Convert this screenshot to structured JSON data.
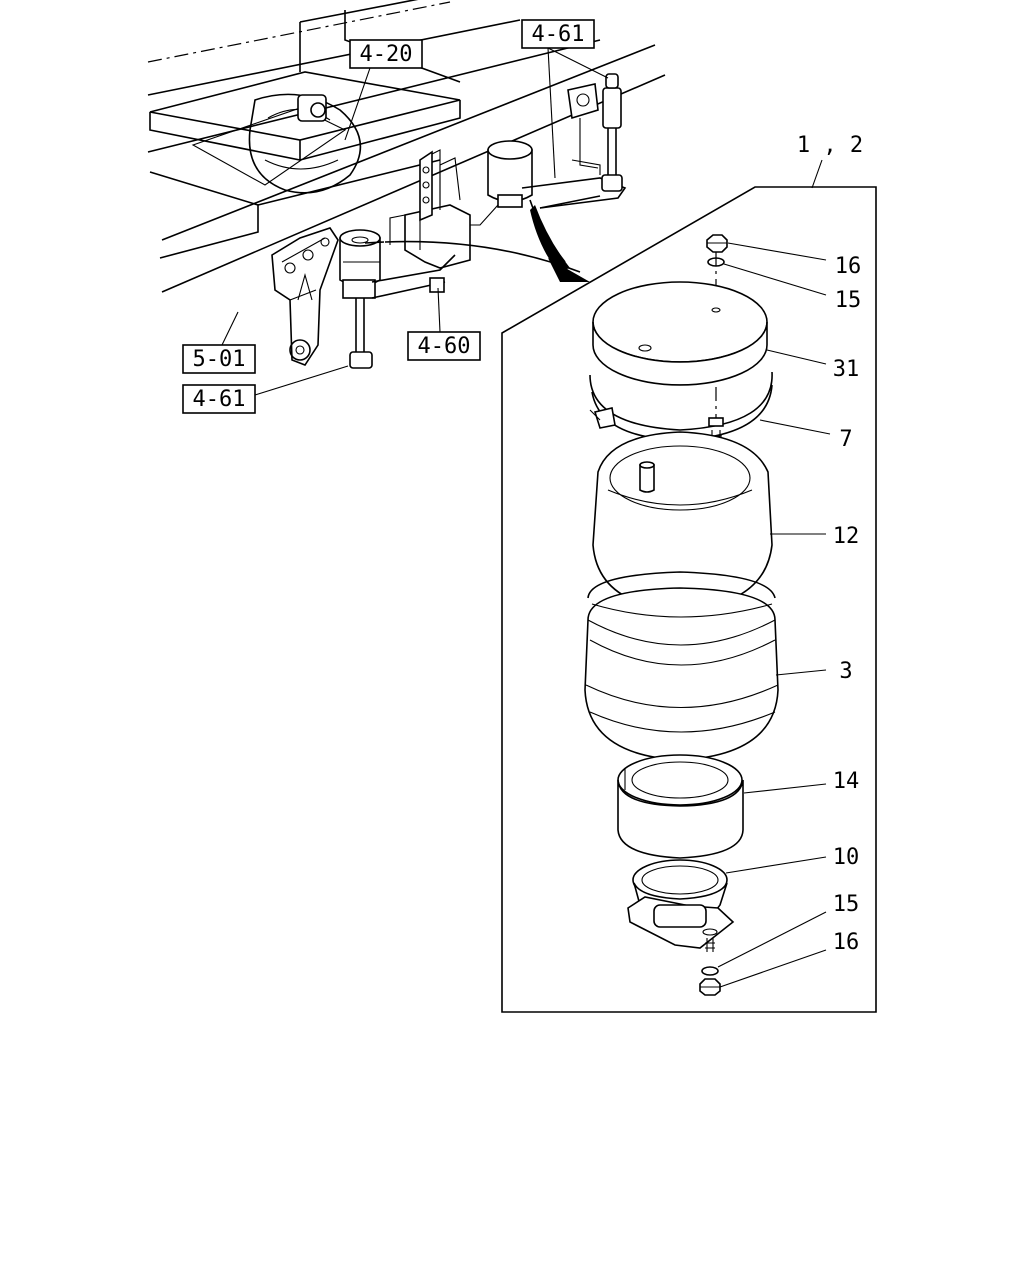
{
  "assembly_ref": {
    "label": "1 , 2"
  },
  "reference_boxes": [
    {
      "id": "ref-4-20",
      "label": "4-20"
    },
    {
      "id": "ref-4-61-top",
      "label": "4-61"
    },
    {
      "id": "ref-5-01",
      "label": "5-01"
    },
    {
      "id": "ref-4-60",
      "label": "4-60"
    },
    {
      "id": "ref-4-61-bottom",
      "label": "4-61"
    }
  ],
  "callouts": [
    {
      "id": "nut-top",
      "label": "16"
    },
    {
      "id": "washer-top",
      "label": "15"
    },
    {
      "id": "top-plate",
      "label": "31"
    },
    {
      "id": "clamp-ring",
      "label": "7"
    },
    {
      "id": "bellows-upper",
      "label": "12"
    },
    {
      "id": "bellows-lower",
      "label": "3"
    },
    {
      "id": "piston",
      "label": "14"
    },
    {
      "id": "base",
      "label": "10"
    },
    {
      "id": "washer-bottom",
      "label": "15"
    },
    {
      "id": "nut-bottom",
      "label": "16"
    }
  ]
}
